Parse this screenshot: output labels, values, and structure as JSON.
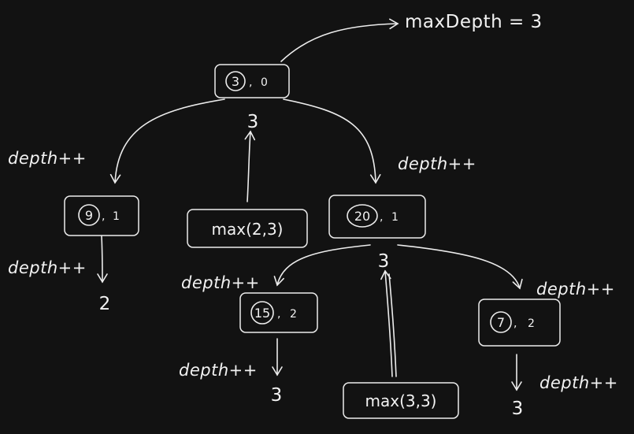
{
  "diagram": {
    "result_label": "maxDepth = 3",
    "nodes": [
      {
        "id": "n3",
        "value": "3",
        "depth": "0",
        "returns": "3"
      },
      {
        "id": "n9",
        "value": "9",
        "depth": "1",
        "returns": "2"
      },
      {
        "id": "n20",
        "value": "20",
        "depth": "1",
        "returns": "3"
      },
      {
        "id": "n15",
        "value": "15",
        "depth": "2",
        "returns": "3"
      },
      {
        "id": "n7",
        "value": "7",
        "depth": "2",
        "returns": "3"
      }
    ],
    "edge_label": "depth++",
    "calls": [
      {
        "id": "root_call",
        "text": "max(2,3)"
      },
      {
        "id": "n20_call",
        "text": "max(3,3)"
      }
    ]
  }
}
